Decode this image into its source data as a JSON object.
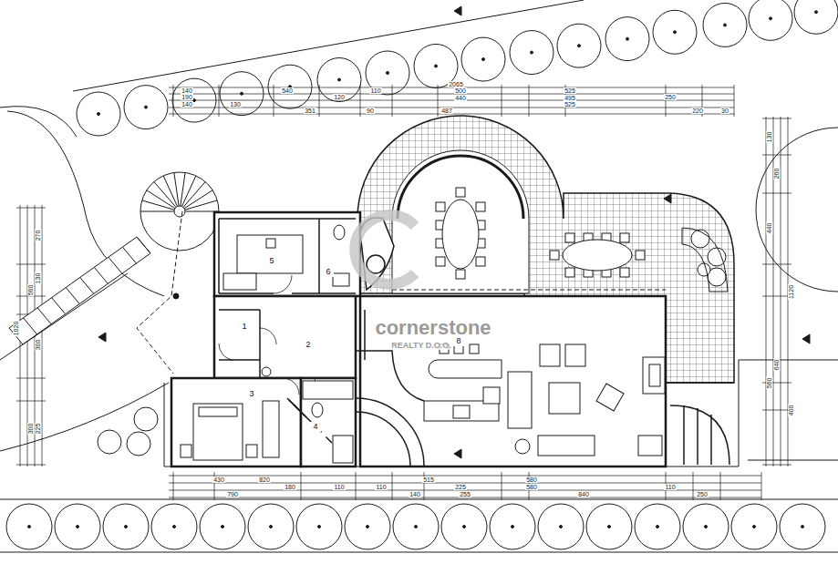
{
  "diagram": {
    "nodes": [
      {
        "text": [
          "5"
        ]
      },
      {
        "text": [
          "6"
        ]
      },
      {
        "text": [
          "1"
        ]
      },
      {
        "text": [
          "2"
        ]
      },
      {
        "text": [
          "3"
        ]
      },
      {
        "text": [
          "4"
        ]
      },
      {
        "text": [
          "8"
        ]
      }
    ],
    "labels": [
      "cornerstone",
      "REALTY D.O.O.",
      "140",
      "190",
      "140",
      "130",
      "540",
      "120",
      "351",
      "2065",
      "110",
      "500",
      "440",
      "487",
      "90",
      "525",
      "495",
      "525",
      "250",
      "220",
      "30",
      "430",
      "820",
      "790",
      "180",
      "110",
      "110",
      "140",
      "515",
      "225",
      "255",
      "580",
      "580",
      "840",
      "110",
      "250",
      "270",
      "130",
      "560",
      "300",
      "1020",
      "225",
      "300",
      "130",
      "260",
      "440",
      "1120",
      "640",
      "560",
      "400"
    ]
  }
}
